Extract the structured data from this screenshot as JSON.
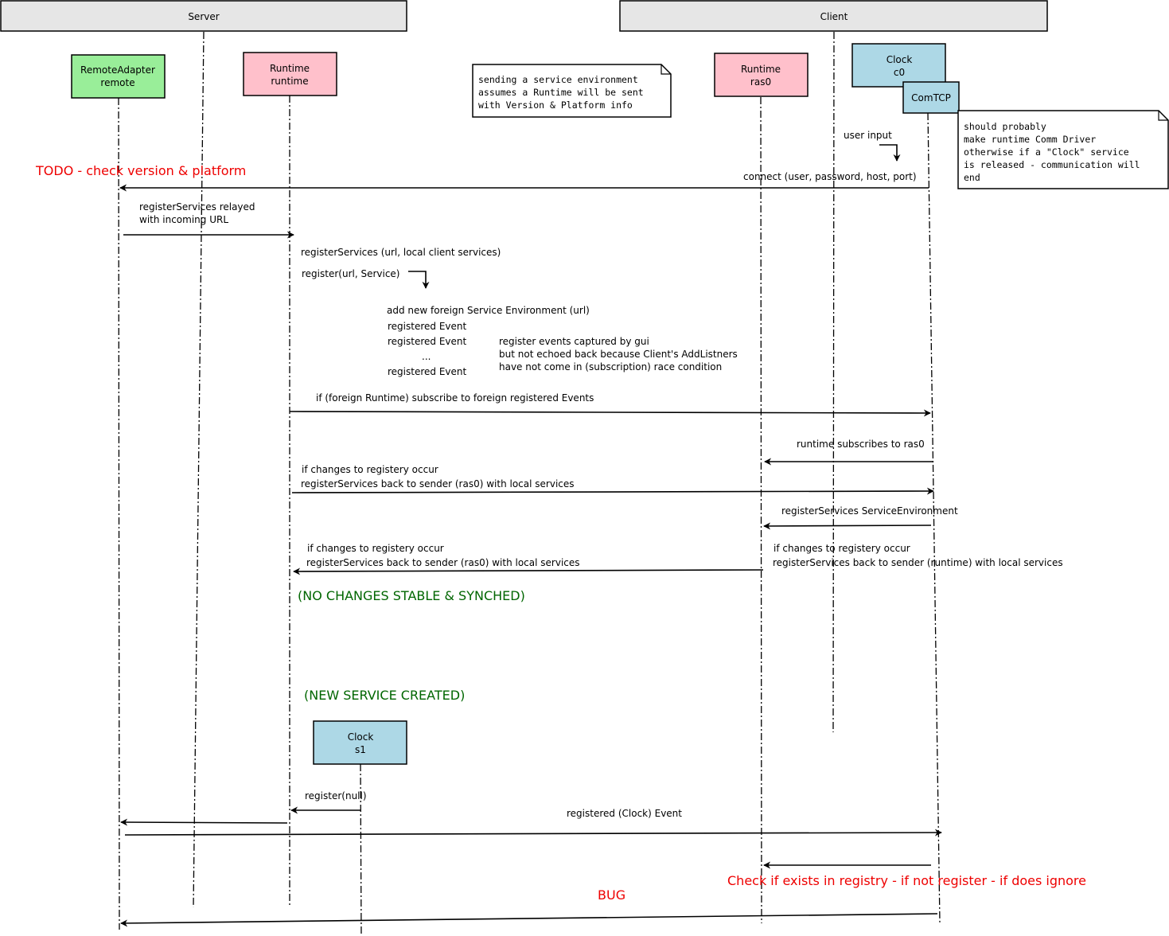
{
  "colors": {
    "header_fill": "#e6e6e6",
    "remote_adapter_fill": "#99ee99",
    "runtime_fill": "#ffc0cb",
    "clock_fill": "#add8e6",
    "todo_red": "#ee0000",
    "status_green": "#006600"
  },
  "pools": {
    "server": "Server",
    "client": "Client"
  },
  "participants": {
    "remote_adapter": [
      "RemoteAdapter",
      "remote"
    ],
    "runtime_server": [
      "Runtime",
      "runtime"
    ],
    "runtime_client": [
      "Runtime",
      "ras0"
    ],
    "clock_c0": [
      "Clock",
      "c0"
    ],
    "comtcp": "ComTCP",
    "clock_s1": [
      "Clock",
      "s1"
    ]
  },
  "notes": {
    "service_env": [
      "sending a service environment",
      "assumes a Runtime will be sent",
      "with Version & Platform info"
    ],
    "comm_driver": [
      "should probably",
      "make runtime Comm Driver",
      "otherwise if a \"Clock\" service",
      "is released - communication will",
      "end"
    ]
  },
  "labels": {
    "user_input": "user input",
    "todo": "TODO - check version & platform",
    "connect": "connect (user, password, host, port)",
    "relayed": [
      "registerServices relayed",
      "with incoming URL"
    ],
    "register_services_url": "registerServices (url, local client services)",
    "register_url_service": "register(url, Service)",
    "add_foreign": "add new foreign Service Environment (url)",
    "registered_events": [
      "registered Event",
      "registered Event",
      "...",
      "registered Event"
    ],
    "gui_note": [
      "register events captured by gui",
      "but not echoed back because Client's AddListners",
      "have not come in (subscription) race condition"
    ],
    "subscribe_foreign": "if (foreign Runtime) subscribe to foreign registered Events",
    "runtime_subscribes": "runtime subscribes to ras0",
    "changes_1": [
      "if changes to registery occur",
      "registerServices back to sender (ras0) with local services"
    ],
    "register_service_env": "registerServices ServiceEnvironment",
    "changes_2": [
      "if changes to registery occur",
      "registerServices back to sender (ras0) with local services"
    ],
    "changes_3": [
      "if changes to registery occur",
      "registerServices back to sender (runtime) with local services"
    ],
    "no_changes": "(NO CHANGES STABLE & SYNCHED)",
    "new_service": "(NEW SERVICE CREATED)",
    "register_null": "register(null)",
    "registered_clock": "registered (Clock) Event",
    "check_exists": "Check if exists in registry - if not register - if does ignore",
    "bug": "BUG"
  }
}
